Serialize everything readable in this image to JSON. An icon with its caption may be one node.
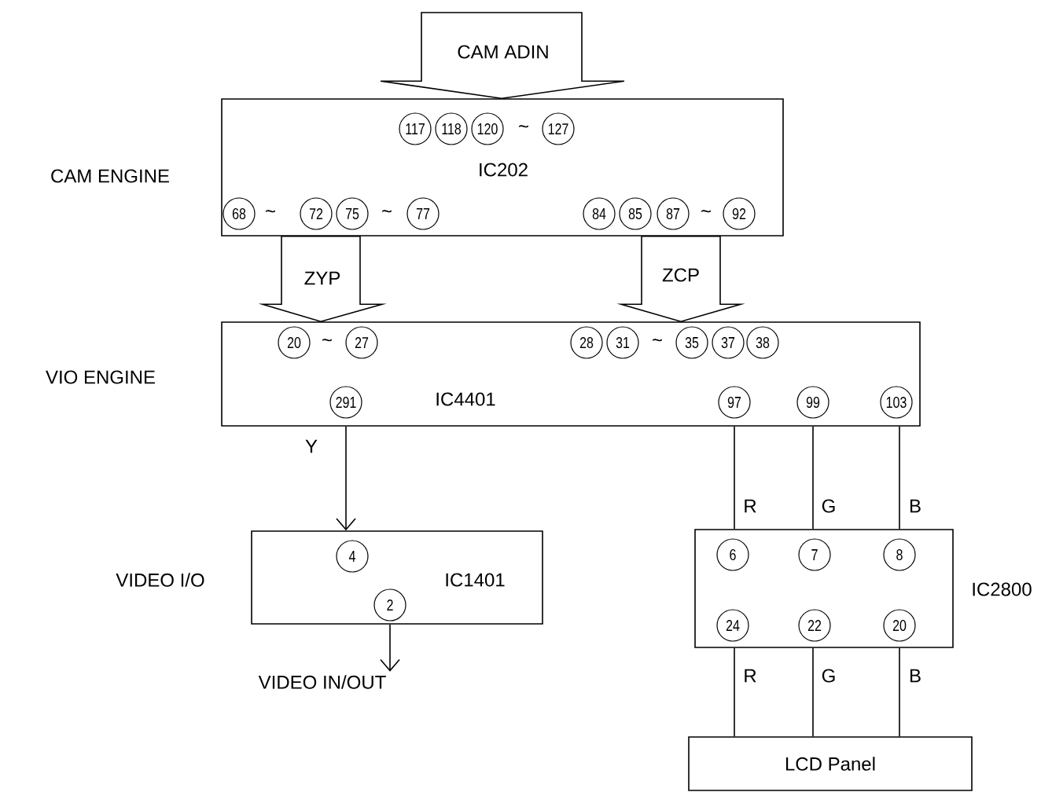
{
  "diagram": {
    "nodes": [
      {
        "text": [
          "IC202"
        ],
        "beside": [
          "CAM ENGINE"
        ]
      },
      {
        "text": [
          "IC4401"
        ],
        "beside": [
          "VIO ENGINE"
        ]
      },
      {
        "text": [
          "IC1401"
        ],
        "beside": [
          "VIDEO I/O"
        ]
      },
      {
        "text": [
          "IC2800"
        ]
      },
      {
        "text": [
          "LCD Panel"
        ]
      },
      {
        "text": [
          "VIDEO IN/OUT"
        ]
      }
    ],
    "edges": [
      {
        "from": null,
        "to": 0,
        "arrow": "to",
        "label": "CAM ADIN"
      },
      {
        "from": 0,
        "to": 1,
        "arrow": "to",
        "label": "ZYP"
      },
      {
        "from": 0,
        "to": 1,
        "arrow": "to",
        "label": "ZCP"
      },
      {
        "from": 1,
        "to": 2,
        "arrow": "to",
        "label": "Y"
      },
      {
        "from": 2,
        "to": 5,
        "arrow": "to"
      },
      {
        "from": 1,
        "to": 3,
        "arrow": "none",
        "label": "R"
      },
      {
        "from": 1,
        "to": 3,
        "arrow": "none",
        "label": "G"
      },
      {
        "from": 1,
        "to": 3,
        "arrow": "none",
        "label": "B"
      },
      {
        "from": 3,
        "to": 4,
        "arrow": "none",
        "label": "R"
      },
      {
        "from": 3,
        "to": 4,
        "arrow": "none",
        "label": "G"
      },
      {
        "from": 3,
        "to": 4,
        "arrow": "none",
        "label": "B"
      }
    ],
    "labels": [
      "117",
      "118",
      "120",
      "~",
      "127",
      "68",
      "~",
      "72",
      "75",
      "~",
      "77",
      "84",
      "85",
      "87",
      "~",
      "92",
      "20",
      "~",
      "27",
      "28",
      "31",
      "~",
      "35",
      "37",
      "38",
      "291",
      "97",
      "99",
      "103",
      "4",
      "2",
      "6",
      "7",
      "8",
      "24",
      "22",
      "20"
    ]
  }
}
